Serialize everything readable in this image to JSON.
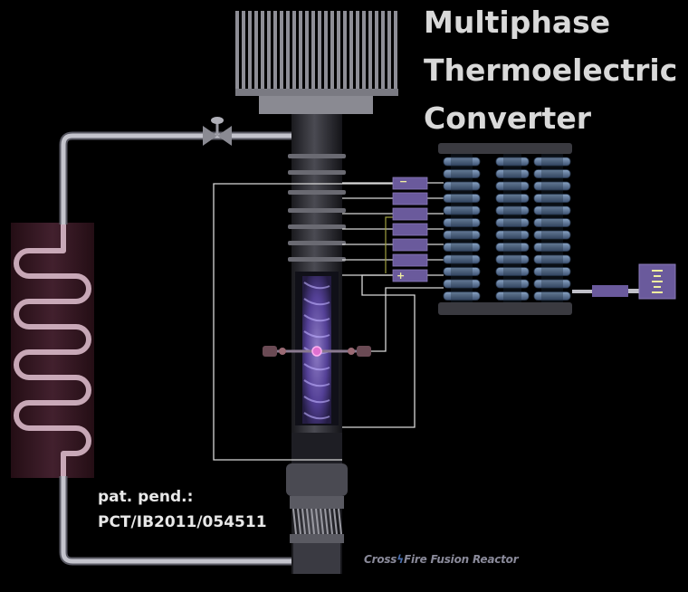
{
  "title_lines": [
    "Multiphase",
    "Thermoelectric",
    "Converter"
  ],
  "patent": {
    "line1": "pat. pend.:",
    "line2": "PCT/IB2011/054511"
  },
  "logo": {
    "part1": "Cross",
    "part2": "Fire Fusion Reactor"
  },
  "electrode_signs": {
    "minus": "−",
    "plus": "+"
  },
  "colors": {
    "background": "#000000",
    "title": "#d9d9d9",
    "pipe": "#b0b0b8",
    "heat_exchanger": "#4a2030",
    "coil": "#d8b8c8",
    "electrode": "#6a5a9c",
    "stack_plate": "#6a84a8",
    "plasma": "#8868d8",
    "wire": "#d8d8d8"
  }
}
